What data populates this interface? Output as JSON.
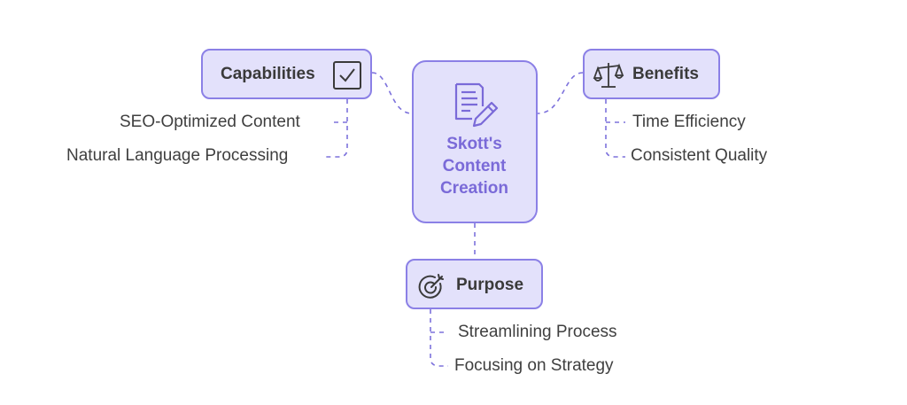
{
  "center": {
    "title_lines": [
      "Skott's",
      "Content",
      "Creation"
    ],
    "icon": "document-pen-icon"
  },
  "capabilities": {
    "label": "Capabilities",
    "icon": "checkbox-icon",
    "items": [
      "SEO-Optimized Content",
      "Natural Language Processing"
    ]
  },
  "benefits": {
    "label": "Benefits",
    "icon": "scale-icon",
    "items": [
      "Time Efficiency",
      "Consistent Quality"
    ]
  },
  "purpose": {
    "label": "Purpose",
    "icon": "target-icon",
    "items": [
      "Streamlining Process",
      "Focusing on Strategy"
    ]
  },
  "colors": {
    "box_fill": "#e3e1fb",
    "box_border": "#8b80e6",
    "accent_text": "#7a6ad8",
    "connector": "#7d72dc"
  }
}
